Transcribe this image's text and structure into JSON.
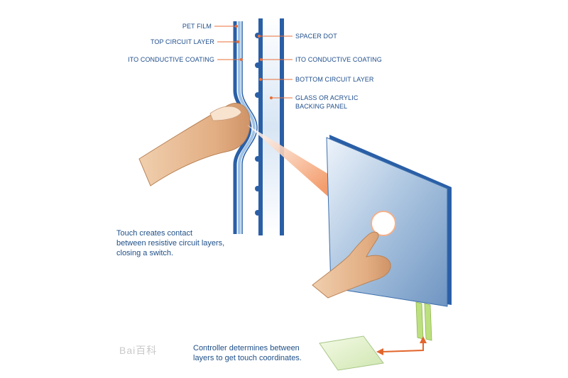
{
  "labels": {
    "pet_film": "PET FILM",
    "top_circuit_layer": "TOP CIRCUIT LAYER",
    "ito_left": "ITO CONDUCTIVE COATING",
    "spacer_dot": "SPACER DOT",
    "ito_right": "ITO CONDUCTIVE COATING",
    "bottom_circuit_layer": "BOTTOM CIRCUIT LAYER",
    "glass_line1": "GLASS OR ACRYLIC",
    "glass_line2": "BACKING PANEL"
  },
  "captions": {
    "touch_line1": "Touch creates contact",
    "touch_line2": "between resistive circuit layers,",
    "touch_line3": "closing a switch.",
    "controller_line1": "Controller determines between",
    "controller_line2": "layers to get touch coordinates."
  },
  "watermark": "Bai百科",
  "colors": {
    "label_text": "#1f4e8c",
    "leader": "#e8703a",
    "layer_blue": "#2a5fa6",
    "arrow_orange": "#e2662c",
    "ray_orange": "#e8602a"
  }
}
